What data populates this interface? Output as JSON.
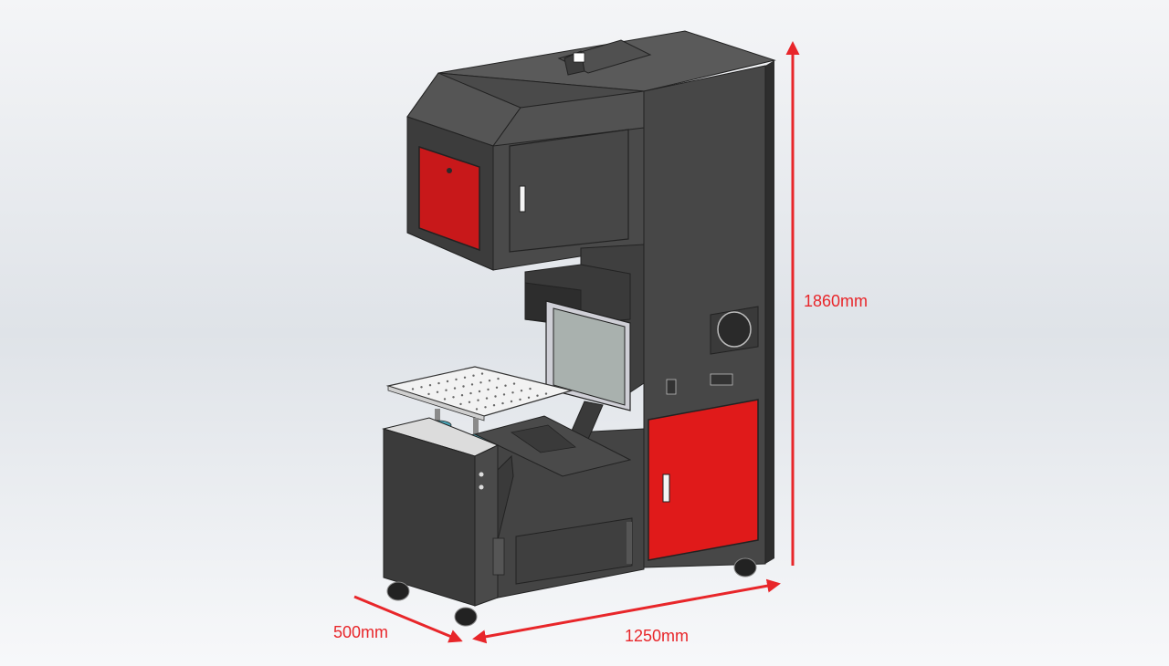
{
  "dimensions": {
    "height_label": "1860mm",
    "width_label": "1250mm",
    "depth_label": "500mm"
  },
  "colors": {
    "background_light": "#f7f8fa",
    "background_mid": "#d9dde3",
    "machine_dark": "#474747",
    "machine_darker": "#3a3a3a",
    "door_red": "#e01a1a",
    "door_red_dark": "#8c0a0a",
    "arrow_red": "#e8262a",
    "screen": "#a9b1ae",
    "table_white": "#f2f2f2"
  }
}
